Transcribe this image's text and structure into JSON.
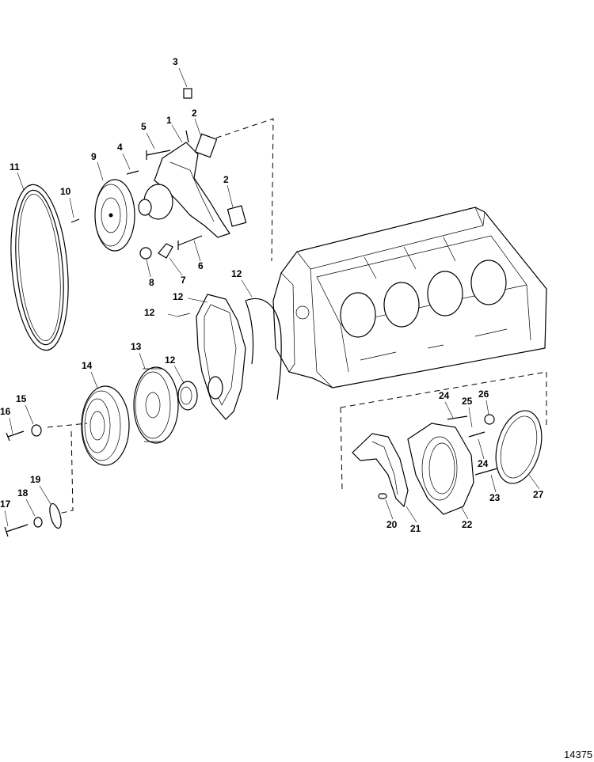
{
  "figure_id": "14375",
  "callouts": [
    {
      "label": "3"
    },
    {
      "label": "2"
    },
    {
      "label": "1"
    },
    {
      "label": "5"
    },
    {
      "label": "4"
    },
    {
      "label": "9"
    },
    {
      "label": "11"
    },
    {
      "label": "10"
    },
    {
      "label": "2"
    },
    {
      "label": "6"
    },
    {
      "label": "8"
    },
    {
      "label": "7"
    },
    {
      "label": "12"
    },
    {
      "label": "12"
    },
    {
      "label": "12"
    },
    {
      "label": "13"
    },
    {
      "label": "12"
    },
    {
      "label": "14"
    },
    {
      "label": "15"
    },
    {
      "label": "16"
    },
    {
      "label": "19"
    },
    {
      "label": "18"
    },
    {
      "label": "17"
    },
    {
      "label": "24"
    },
    {
      "label": "25"
    },
    {
      "label": "26"
    },
    {
      "label": "24"
    },
    {
      "label": "23"
    },
    {
      "label": "27"
    },
    {
      "label": "20"
    },
    {
      "label": "21"
    },
    {
      "label": "22"
    }
  ]
}
